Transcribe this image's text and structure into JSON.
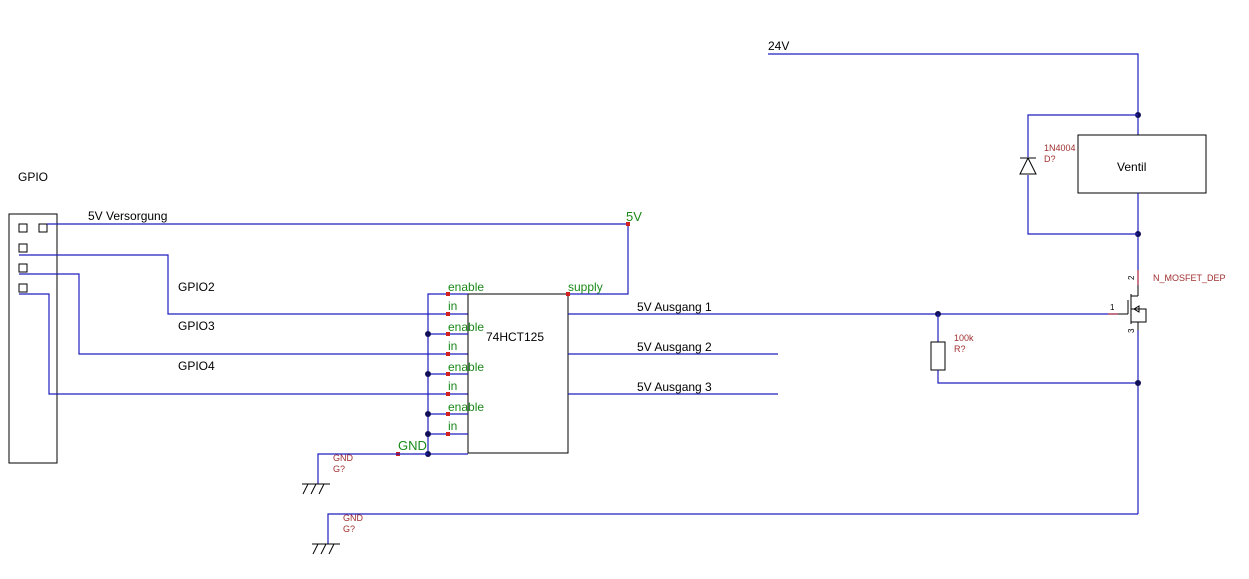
{
  "gpio": {
    "title": "GPIO"
  },
  "nets": {
    "v5_supply": "5V Versorgung",
    "v5_label": "5V",
    "gpio2": "GPIO2",
    "gpio3": "GPIO3",
    "gpio4": "GPIO4",
    "out1": "5V Ausgang 1",
    "out2": "5V Ausgang 2",
    "out3": "5V Ausgang 3",
    "v24": "24V",
    "gnd_label": "GND"
  },
  "buffer_ic": {
    "name": "74HCT125",
    "pins": {
      "enable1": "enable",
      "in1": "in",
      "enable2": "enable",
      "in2": "in",
      "enable3": "enable",
      "in3": "in",
      "enable4": "enable",
      "in4": "in",
      "supply": "supply",
      "gnd": "GND"
    }
  },
  "valve": {
    "name": "Ventil"
  },
  "diode": {
    "value": "1N4004",
    "ref": "D?"
  },
  "mosfet": {
    "name": "N_MOSFET_DEP",
    "pin_gate": "1",
    "pin_drain": "2",
    "pin_source": "3"
  },
  "resistor": {
    "value": "100k",
    "ref": "R?"
  },
  "ground1": {
    "value": "GND",
    "ref": "G?"
  },
  "ground2": {
    "value": "GND",
    "ref": "G?"
  },
  "colors": {
    "wire": "#1f1fbf",
    "component": "#000000",
    "pin_label": "#1a8a1a",
    "attribute": "#a03030"
  }
}
